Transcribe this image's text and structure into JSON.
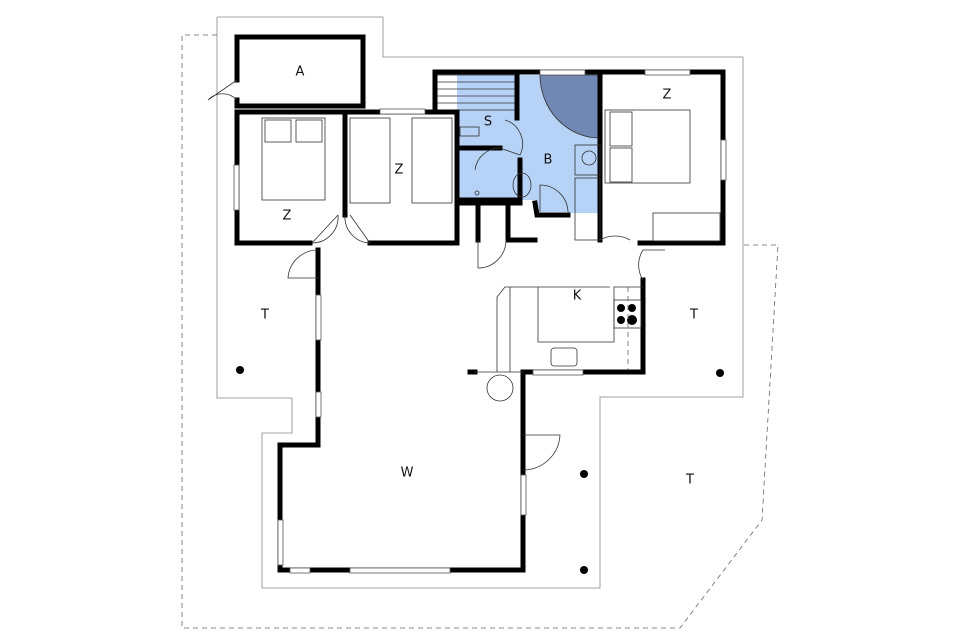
{
  "floor_plan": {
    "colors": {
      "wall": "#000000",
      "bathroom": "#b6d2f7",
      "shower": "#7088b4",
      "terrain_line": "#888888"
    },
    "rooms": [
      {
        "id": "storage",
        "label": "A"
      },
      {
        "id": "sauna",
        "label": "S"
      },
      {
        "id": "bathroom",
        "label": "B"
      },
      {
        "id": "bedroom-east",
        "label": "Z"
      },
      {
        "id": "bedroom-middle",
        "label": "Z"
      },
      {
        "id": "bedroom-west",
        "label": "Z"
      },
      {
        "id": "kitchen",
        "label": "K"
      },
      {
        "id": "terrace-west",
        "label": "T"
      },
      {
        "id": "terrace-east",
        "label": "T"
      },
      {
        "id": "living",
        "label": "W"
      },
      {
        "id": "terrace-south",
        "label": "T"
      }
    ]
  }
}
